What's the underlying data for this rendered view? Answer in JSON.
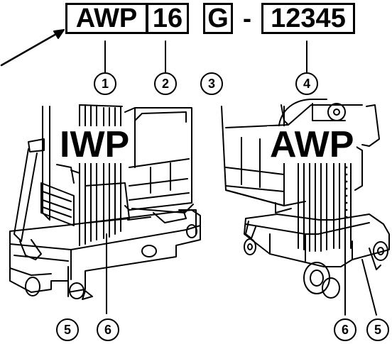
{
  "serial": {
    "model": "AWP",
    "height": "16",
    "power": "G",
    "dash": "-",
    "number": "12345"
  },
  "machines": {
    "left_label": "IWP",
    "right_label": "AWP"
  },
  "callouts": {
    "c1": "1",
    "c2": "2",
    "c3": "3",
    "c4": "4",
    "left_c5": "5",
    "left_c6": "6",
    "right_c6": "6",
    "right_c5": "5"
  }
}
